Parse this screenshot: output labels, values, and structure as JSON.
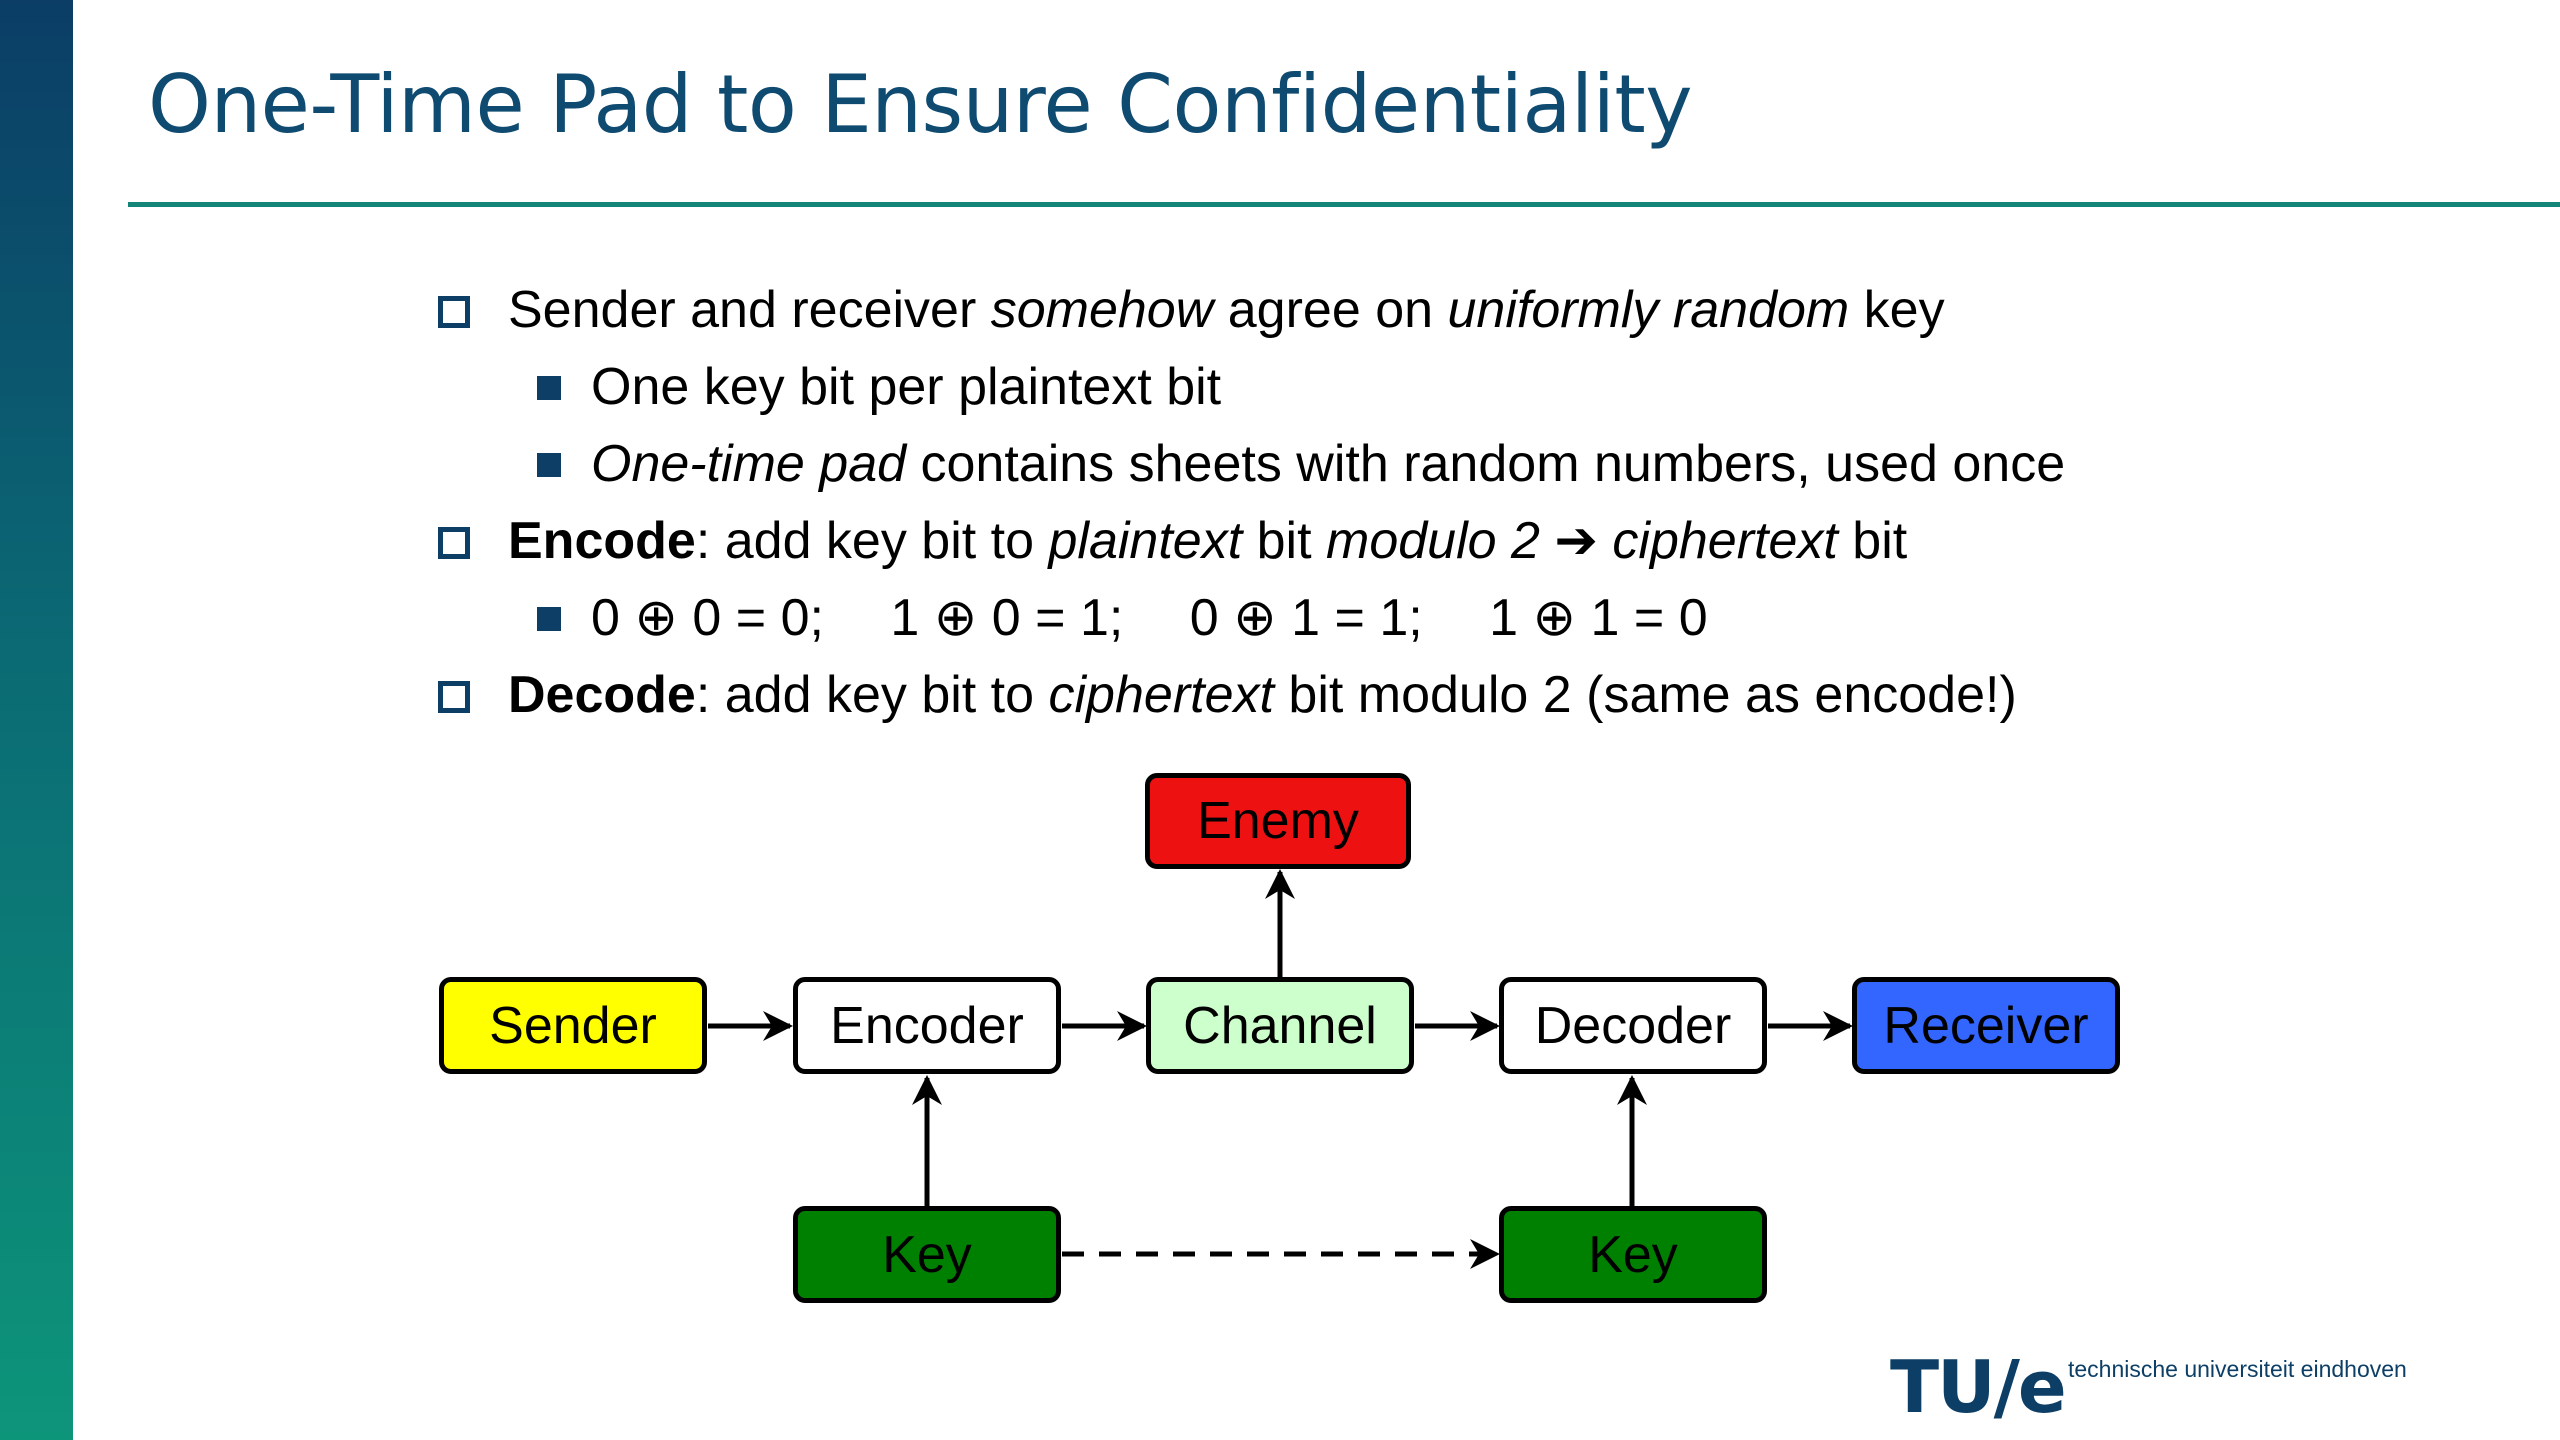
{
  "slide": {
    "title": "One-Time Pad to Ensure Confidentiality",
    "bullets": {
      "b1": {
        "t1": "Sender and receiver ",
        "t2": "somehow",
        "t3": " agree on ",
        "t4": "uniformly random",
        "t5": " key"
      },
      "b1a": {
        "t1": "One key bit per plaintext bit"
      },
      "b1b": {
        "t1": "One-time pad",
        "t2": " contains sheets with random numbers, used once"
      },
      "b2": {
        "t1": "Encode",
        "t2": ": add key bit to ",
        "t3": "plaintext",
        "t4": " bit ",
        "t5": "modulo 2",
        "t6": " ➔ ",
        "t7": "ciphertext",
        "t8": " bit"
      },
      "b2a": {
        "t1": "0 ⊕ 0 = 0;  1 ⊕ 0 = 1;  0 ⊕ 1 = 1;  1 ⊕ 1 = 0"
      },
      "b3": {
        "t1": "Decode",
        "t2": ": add key bit to ",
        "t3": "ciphertext",
        "t4": " bit modulo 2 (same as encode!)"
      }
    }
  },
  "diagram": {
    "nodes": {
      "enemy": {
        "label": "Enemy",
        "fill": "#ee1111"
      },
      "sender": {
        "label": "Sender",
        "fill": "#ffff00"
      },
      "encoder": {
        "label": "Encoder",
        "fill": "#ffffff"
      },
      "channel": {
        "label": "Channel",
        "fill": "#ccffcc"
      },
      "decoder": {
        "label": "Decoder",
        "fill": "#ffffff"
      },
      "receiver": {
        "label": "Receiver",
        "fill": "#3366ff"
      },
      "key_left": {
        "label": "Key",
        "fill": "#008000"
      },
      "key_right": {
        "label": "Key",
        "fill": "#008000"
      }
    }
  },
  "logo": {
    "mark": "TU/e",
    "subtitle": "technische universiteit eindhoven"
  }
}
